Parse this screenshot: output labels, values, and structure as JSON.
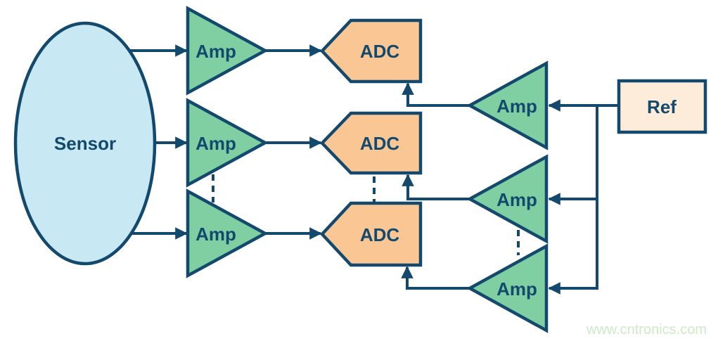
{
  "sensor": {
    "label": "Sensor"
  },
  "left_amps": [
    {
      "label": "Amp"
    },
    {
      "label": "Amp"
    },
    {
      "label": "Amp"
    }
  ],
  "adcs": [
    {
      "label": "ADC"
    },
    {
      "label": "ADC"
    },
    {
      "label": "ADC"
    }
  ],
  "right_amps": [
    {
      "label": "Amp"
    },
    {
      "label": "Amp"
    },
    {
      "label": "Amp"
    }
  ],
  "ref": {
    "label": "Ref"
  },
  "watermark": {
    "text": "www.cntronics.com"
  },
  "colors": {
    "outline": "#14496e",
    "sensor_fill": "#c8e8f3",
    "amp_fill": "#7fcfa2",
    "adc_fill": "#fac694",
    "ref_fill": "#fcecd9",
    "watermark_text": "#ceeac7",
    "background": "#ffffff"
  }
}
